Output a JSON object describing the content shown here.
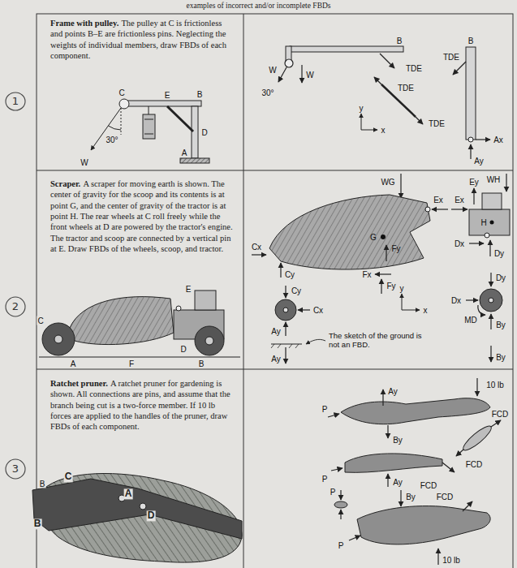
{
  "diagram": {
    "title": "examples of incorrect and/or incomplete FBDs",
    "nodes": [
      {
        "text": [
          "Frame with pulley.",
          "The pulley at C is frictionless and points B–E are frictionless pins. Neglecting the weights of individual members, draw FBDs of each component."
        ]
      },
      {
        "text": [
          "Scraper.",
          "A scraper for moving earth is shown. The center of gravity for the scoop and its contents is at point G, and the center of gravity of the tractor is at point H. The rear wheels at C roll freely while the front wheels at D are powered by the tractor's engine. The tractor and scoop are connected by a vertical pin at E. Draw FBDs of the wheels, scoop, and tractor."
        ]
      },
      {
        "text": [
          "Ratchet pruner.",
          "A ratchet pruner for gardening is shown. All connections are pins, and assume that the branch being cut is a two-force member. If 10 lb forces are applied to the handles of the pruner, draw FBDs of each component."
        ]
      }
    ],
    "labels": [
      "1",
      "C",
      "E",
      "B",
      "30°",
      "D",
      "W",
      "A",
      "W",
      "W",
      "30°",
      "B",
      "TDE",
      "TDE",
      "TDE",
      "y",
      "x",
      "B",
      "TDE",
      "Ax",
      "Ay",
      "2",
      "C",
      "E",
      "D",
      "A",
      "F",
      "B",
      "WG",
      "WH",
      "Ex",
      "Ex",
      "Ey",
      "G",
      "H",
      "Fy",
      "Fx",
      "Fy",
      "Cx",
      "Cy",
      "Cy",
      "Cx",
      "Ay",
      "Ay",
      "Dx",
      "Dy",
      "Dy",
      "Dx",
      "MD",
      "By",
      "By",
      "y",
      "x",
      "The sketch of the ground is not an FBD.",
      "3",
      "B",
      "C",
      "A",
      "D",
      "B",
      "10 lb",
      "Ay",
      "P",
      "By",
      "FCD",
      "P",
      "Ay",
      "FCD",
      "FCD",
      "P",
      "By",
      "FCD",
      "P",
      "10 lb"
    ]
  }
}
